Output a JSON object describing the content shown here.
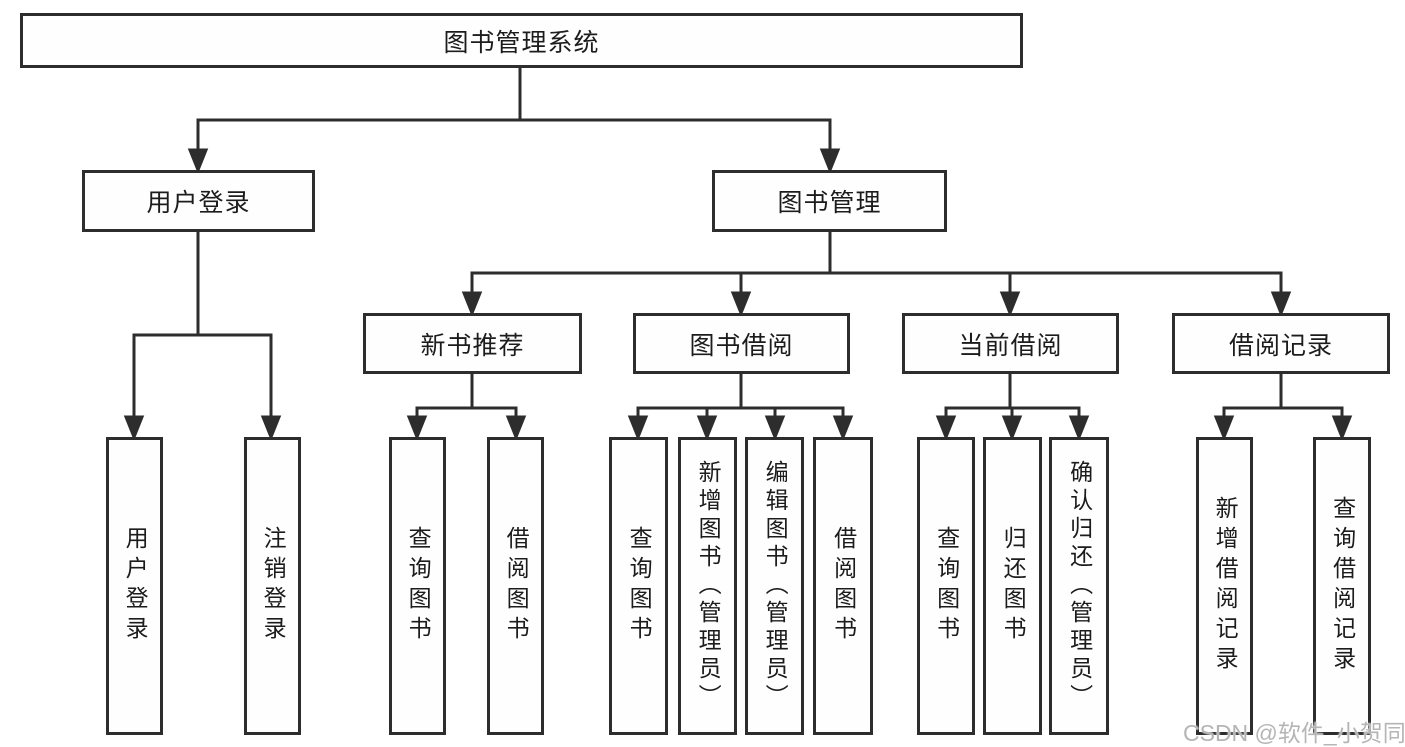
{
  "diagram_title": "图书管理系统",
  "nodes": {
    "root": "图书管理系统",
    "level2": {
      "user_login": "用户登录",
      "book_mgmt": "图书管理"
    },
    "level3": {
      "new_book_rec": "新书推荐",
      "book_borrow": "图书借阅",
      "current_borrow": "当前借阅",
      "borrow_record": "借阅记录"
    },
    "leaves": {
      "user_login": "用户登录",
      "logout": "注销登录",
      "rec_query_books": "查询图书",
      "rec_borrow_books": "借阅图书",
      "bor_query_books": "查询图书",
      "bor_add_books": "新增图书（管理员）",
      "bor_edit_books": "编辑图书（管理员）",
      "bor_borrow_books": "借阅图书",
      "cur_query_books": "查询图书",
      "cur_return_books": "归还图书",
      "cur_confirm_return": "确认归还（管理员）",
      "log_add_record": "新增借阅记录",
      "log_query_record": "查询借阅记录"
    }
  },
  "watermark": "CSDN @软件_小贺同学",
  "colors": {
    "line": "#2d2d2d",
    "box_border": "#2d2d2d",
    "box_fill": "#fefefe",
    "text": "#1c1c1c",
    "watermark": "#b5b5b5",
    "background": "#ffffff"
  }
}
